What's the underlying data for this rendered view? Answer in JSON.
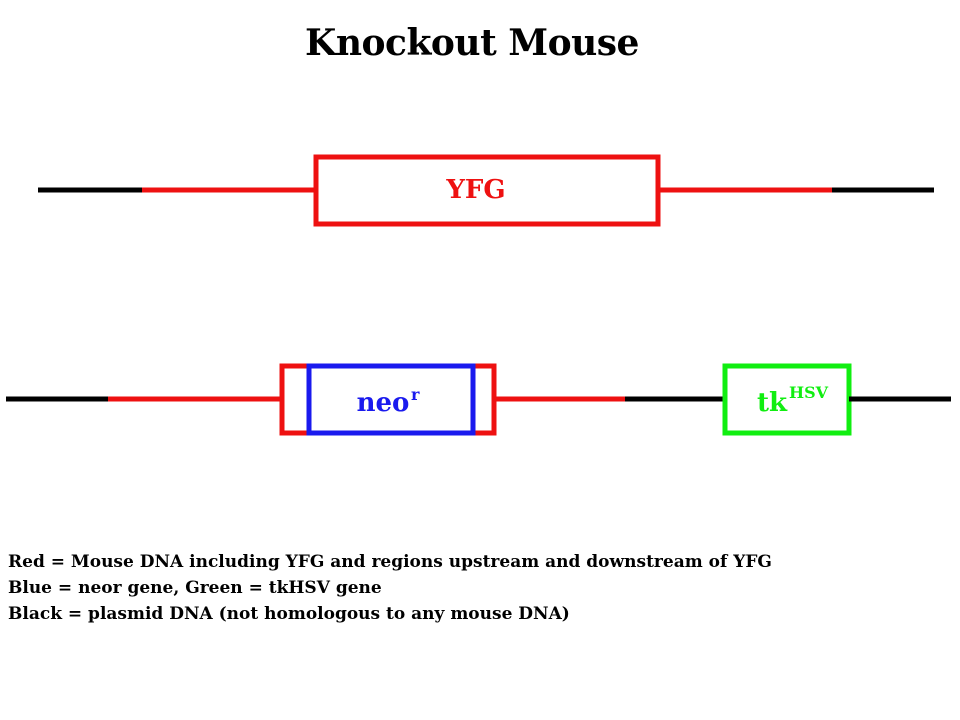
{
  "title": "Knockout Mouse",
  "colors": {
    "mouse_dna": "#ee1111",
    "plasmid_dna": "#000000",
    "neo_gene": "#1a1aee",
    "tk_gene": "#11ee11"
  },
  "construct_top": {
    "gene_label": "YFG"
  },
  "construct_bottom": {
    "neo_label": "neo",
    "neo_sup": "r",
    "tk_label": "tk",
    "tk_sup": "HSV"
  },
  "legend": [
    "Red = Mouse DNA including YFG and regions upstream and downstream of YFG",
    "Blue = neor gene, Green = tkHSV gene",
    "Black = plasmid DNA (not homologous to any mouse DNA)"
  ]
}
